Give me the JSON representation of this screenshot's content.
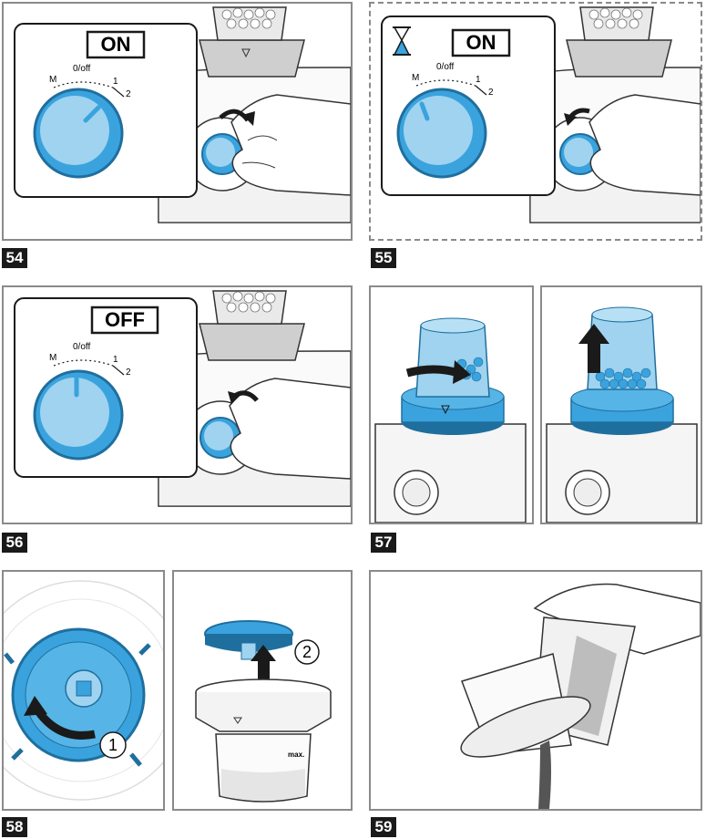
{
  "steps": [
    {
      "number": "54",
      "state_label": "ON"
    },
    {
      "number": "55",
      "state_label": "ON"
    },
    {
      "number": "56",
      "state_label": "OFF"
    },
    {
      "number": "57"
    },
    {
      "number": "58"
    },
    {
      "number": "59"
    }
  ],
  "dial": {
    "label_m": "M",
    "label_off": "0/off",
    "label_1": "1",
    "label_2": "2"
  },
  "markers": {
    "one": "1",
    "two": "2"
  },
  "container_label": "max.",
  "colors": {
    "accent_blue": "#3aa3de",
    "light_blue": "#9fd3ef",
    "dark_blue": "#1f6f9e",
    "label_bg": "#1a1a1a",
    "frame": "#8a8a8a"
  },
  "icons": {
    "timer": "hourglass-icon",
    "rotate_right": "curved-arrow-right-icon",
    "rotate_left": "curved-arrow-left-icon",
    "lift": "arrow-up-icon"
  }
}
